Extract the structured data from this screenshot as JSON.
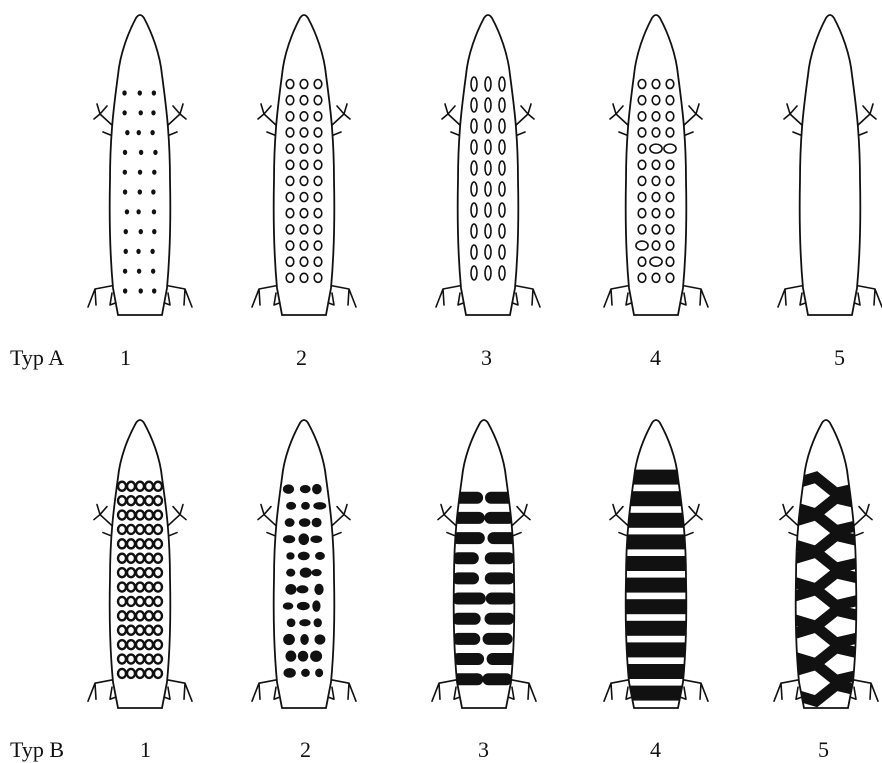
{
  "rows": [
    {
      "label": "Typ A",
      "items": [
        {
          "number": "1",
          "pattern": "small-dots"
        },
        {
          "number": "2",
          "pattern": "rings"
        },
        {
          "number": "3",
          "pattern": "tall-rings"
        },
        {
          "number": "4",
          "pattern": "irregular-rings"
        },
        {
          "number": "5",
          "pattern": "plain"
        }
      ]
    },
    {
      "label": "Typ B",
      "items": [
        {
          "number": "1",
          "pattern": "dense-rings"
        },
        {
          "number": "2",
          "pattern": "blotches"
        },
        {
          "number": "3",
          "pattern": "broken-bands"
        },
        {
          "number": "4",
          "pattern": "solid-bands"
        },
        {
          "number": "5",
          "pattern": "zigzag-bands"
        }
      ]
    }
  ],
  "colors": {
    "ink": "#111111",
    "paper": "#ffffff"
  }
}
